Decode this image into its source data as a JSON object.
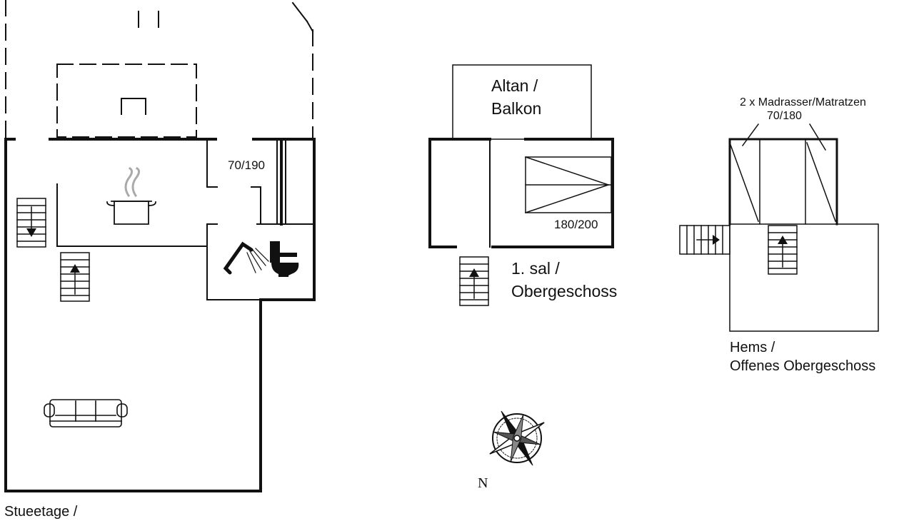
{
  "floors": {
    "ground": {
      "label_line1": "Stueetage /",
      "bed_size": "70/190"
    },
    "first": {
      "label_line1": "1. sal /",
      "label_line2": "Obergeschoss",
      "bed_size": "180/200"
    },
    "balcony": {
      "label_line1": "Altan /",
      "label_line2": "Balkon"
    },
    "loft": {
      "label_line1": "Hems /",
      "label_line2": "Offenes Obergeschoss"
    }
  },
  "mattresses": {
    "label_line1": "2 x Madrasser/Matratzen",
    "label_line2": "70/180"
  },
  "compass": {
    "north_label": "N"
  },
  "icons": [
    "stairs-icon",
    "cooking-pot-icon",
    "shower-icon",
    "toilet-icon",
    "sofa-icon",
    "bed-icon",
    "compass-rose-icon"
  ]
}
